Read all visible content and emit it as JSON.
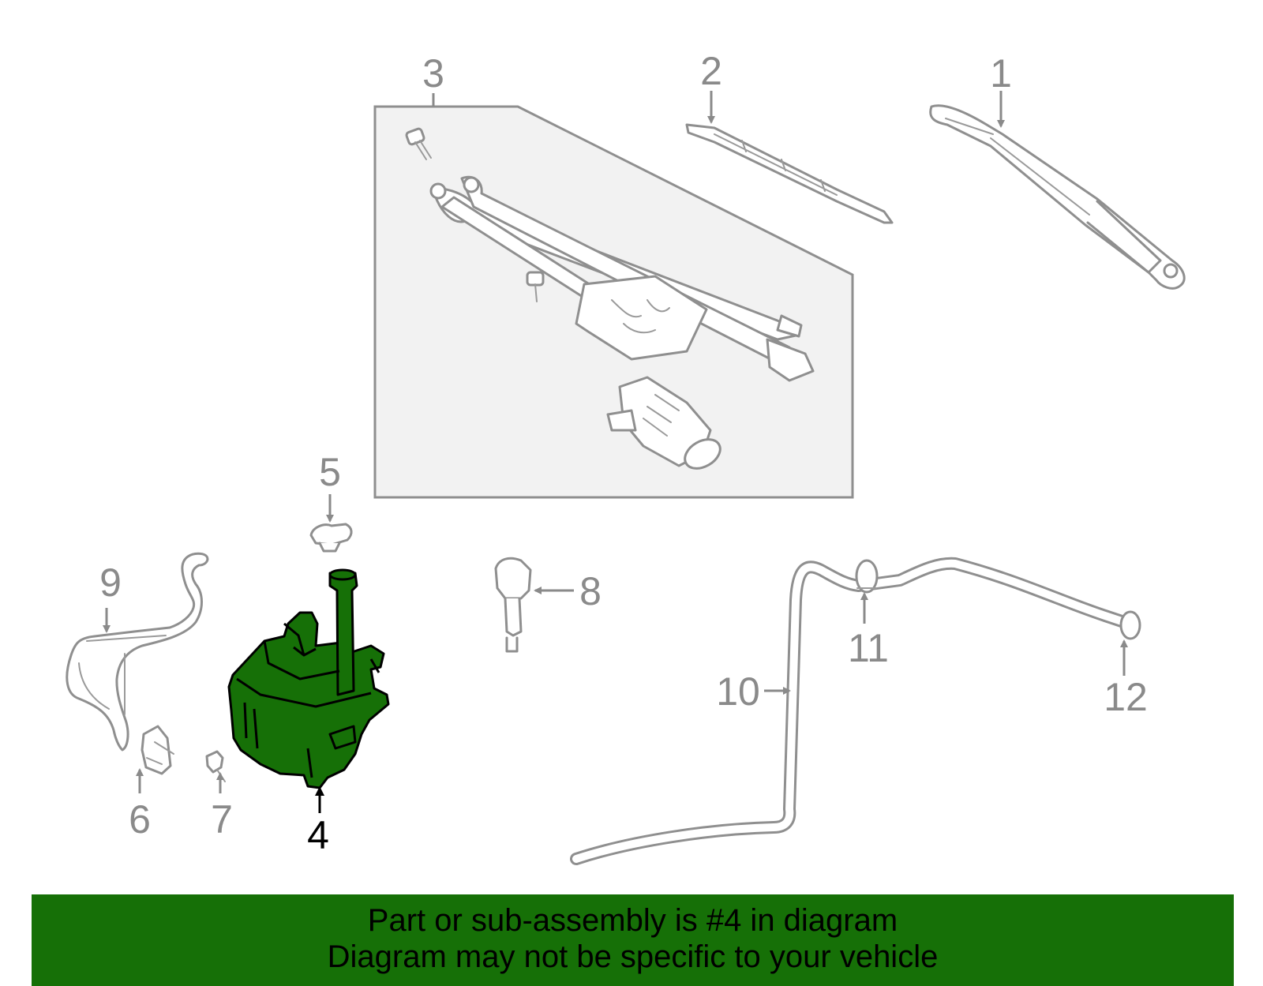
{
  "diagram": {
    "callouts": {
      "c1": "1",
      "c2": "2",
      "c3": "3",
      "c4": "4",
      "c5": "5",
      "c6": "6",
      "c7": "7",
      "c8": "8",
      "c9": "9",
      "c10": "10",
      "c11": "11",
      "c12": "12"
    },
    "selected_part": "4",
    "colors": {
      "highlight": "#167007",
      "banner": "#167007",
      "outline": "#8f8f8f",
      "box_fill": "#f2f2f2"
    }
  },
  "banner": {
    "line1": "Part or sub-assembly is #4 in diagram",
    "line2": "Diagram may not be specific to your vehicle"
  }
}
